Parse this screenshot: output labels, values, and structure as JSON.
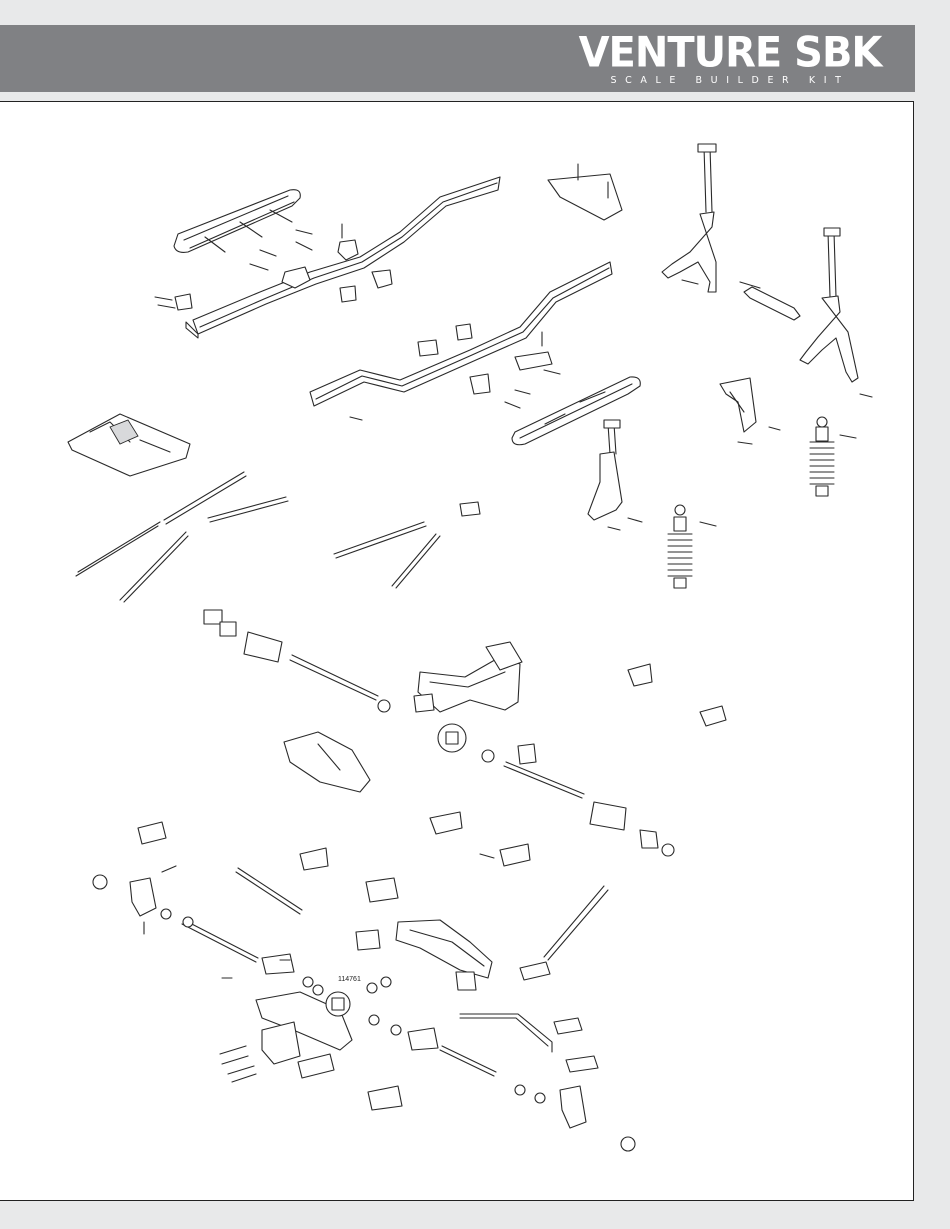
{
  "header": {
    "brand_name": "VENTURE SBK",
    "brand_tagline": "SCALE BUILDER KIT"
  },
  "diagram": {
    "part_callout": "114761"
  },
  "colors": {
    "header_band": "#808184",
    "page_background": "#e8e9ea",
    "panel_background": "#ffffff",
    "line_art": "#2a2a2a"
  }
}
